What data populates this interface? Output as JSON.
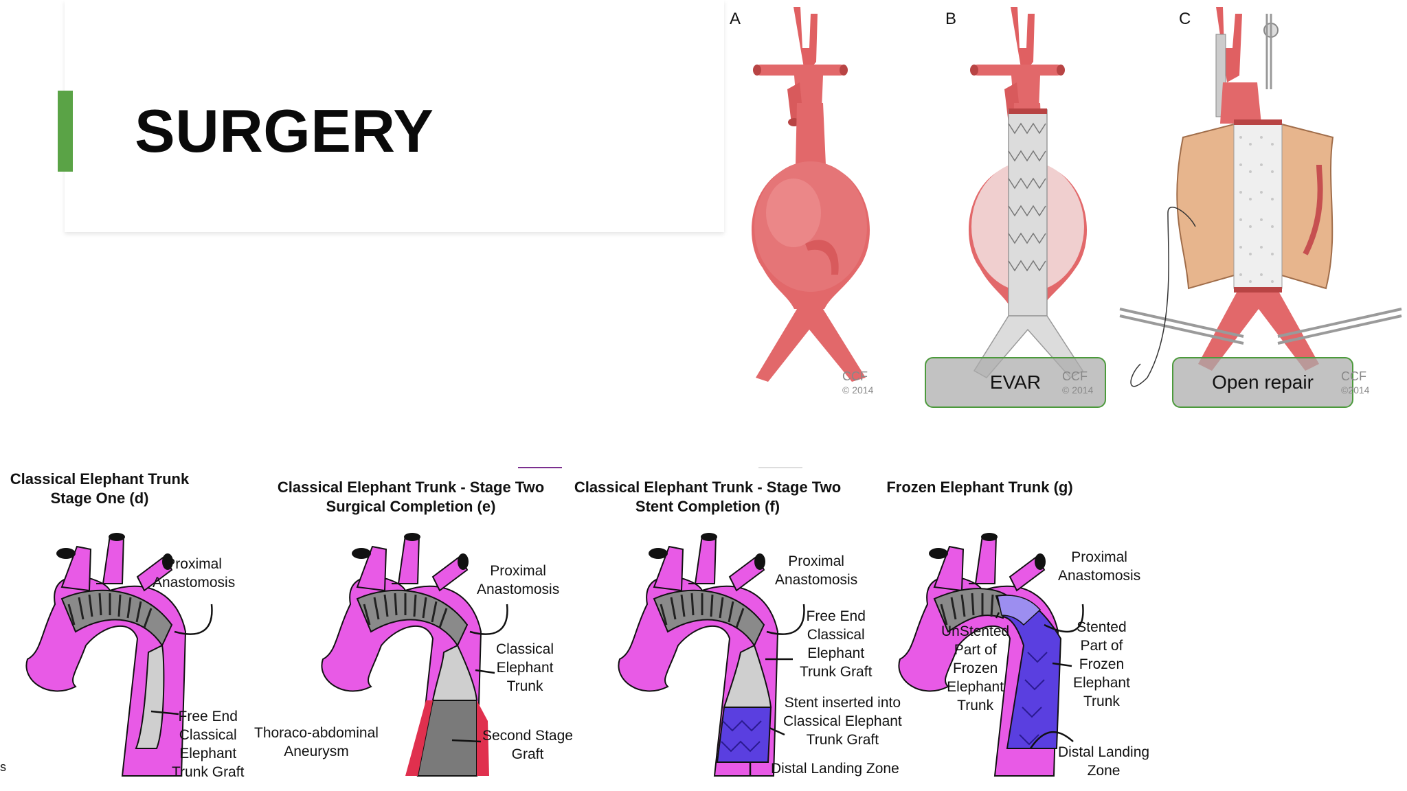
{
  "slide": {
    "title": "SURGERY",
    "accent_color": "#5aa346"
  },
  "top_panels": [
    {
      "letter": "A",
      "credit": "CCF",
      "credit_year": "© 2014"
    },
    {
      "letter": "B",
      "label": "EVAR",
      "credit": "CCF",
      "credit_year": "© 2014"
    },
    {
      "letter": "C",
      "label": "Open repair",
      "credit": "CCF",
      "credit_year": "©2014"
    }
  ],
  "diagrams": [
    {
      "title_line1": "Classical Elephant Trunk",
      "title_line2": "Stage One (d)",
      "labels": {
        "proximal": [
          "Proximal",
          "Anastomosis"
        ],
        "free_end": [
          "Free End",
          "Classical",
          "Elephant",
          "Trunk Graft"
        ]
      }
    },
    {
      "title_line1": "Classical Elephant Trunk - Stage Two",
      "title_line2": "Surgical Completion (e)",
      "labels": {
        "proximal": [
          "Proximal",
          "Anastomosis"
        ],
        "trunk": [
          "Classical",
          "Elephant",
          "Trunk"
        ],
        "aneurysm": [
          "Thoraco-abdominal",
          "Aneurysm"
        ],
        "second": [
          "Second Stage",
          "Graft"
        ]
      }
    },
    {
      "title_line1": "Classical Elephant Trunk - Stage Two",
      "title_line2": "Stent Completion (f)",
      "labels": {
        "proximal": [
          "Proximal",
          "Anastomosis"
        ],
        "free_end": [
          "Free End",
          "Classical",
          "Elephant",
          "Trunk Graft"
        ],
        "stent": [
          "Stent inserted into",
          "Classical Elephant",
          "Trunk Graft"
        ],
        "distal": [
          "Distal Landing Zone"
        ]
      }
    },
    {
      "title_line1": "Frozen Elephant Trunk (g)",
      "labels": {
        "proximal": [
          "Proximal",
          "Anastomosis"
        ],
        "unstented": [
          "UnStented",
          "Part of",
          "Frozen",
          "Elephant",
          "Trunk"
        ],
        "stented": [
          "Stented",
          "Part of",
          "Frozen",
          "Elephant",
          "Trunk"
        ],
        "distal": [
          "Distal Landing",
          "Zone"
        ]
      }
    }
  ],
  "edge_text": "s",
  "colors": {
    "aorta_red": "#e2686a",
    "aorta_dark": "#b84444",
    "graft_magenta": "#e85ae6",
    "graft_gray": "#bdbdbd",
    "stent_blue": "#5a3fe0",
    "box_border": "#4c9a3c"
  }
}
